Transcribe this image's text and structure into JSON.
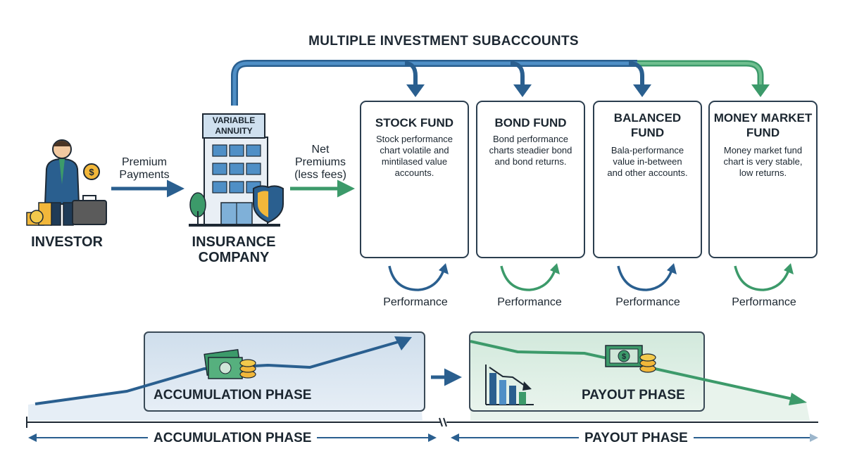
{
  "title": "MULTIPLE INVESTMENT SUBACCOUNTS",
  "investor": {
    "label": "INVESTOR"
  },
  "premium": {
    "line1": "Premium",
    "line2": "Payments"
  },
  "insurer": {
    "sign_line1": "VARIABLE",
    "sign_line2": "ANNUITY",
    "label_line1": "INSURANCE",
    "label_line2": "COMPANY"
  },
  "net": {
    "line1": "Net",
    "line2": "Premiums",
    "line3": "(less fees)"
  },
  "funds": [
    {
      "title_line1": "STOCK FUND",
      "title_line2": "",
      "desc": [
        "Stock performance",
        "chart volatile and",
        "mintilased value",
        "accounts."
      ],
      "perf": "Performance"
    },
    {
      "title_line1": "BOND FUND",
      "title_line2": "",
      "desc": [
        "Bond performance",
        "charts steadier bond",
        "and bond returns."
      ],
      "perf": "Performance"
    },
    {
      "title_line1": "BALANCED",
      "title_line2": "FUND",
      "desc": [
        "Bala-performance",
        "value in-between",
        "and other accounts."
      ],
      "perf": "Performance"
    },
    {
      "title_line1": "MONEY MARKET",
      "title_line2": "FUND",
      "desc": [
        "Money market fund",
        "chart is very stable,",
        "low returns."
      ],
      "perf": "Performance"
    }
  ],
  "phases": {
    "accumulation": "ACCUMULATION PHASE",
    "payout": "PAYOUT PHASE"
  },
  "timeline": {
    "accumulation": "ACCUMULATION PHASE",
    "payout": "PAYOUT PHASE"
  },
  "colors": {
    "blue_dark": "#2a5f8f",
    "blue_mid": "#4f8fc6",
    "blue_light": "#a9c8e0",
    "green": "#3c9a6a",
    "green_light": "#cfe6d8",
    "outline": "#2b3e4f"
  }
}
